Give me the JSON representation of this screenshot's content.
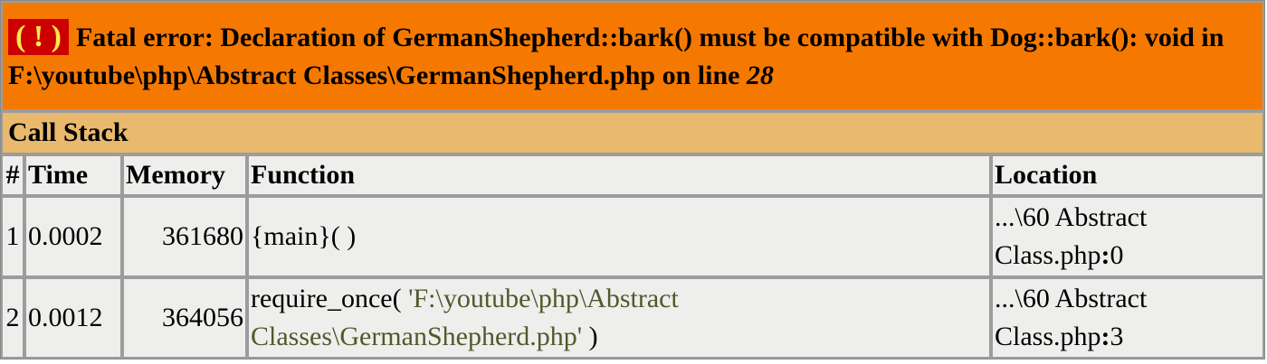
{
  "error": {
    "icon": "( ! )",
    "prefix": "Fatal error: ",
    "message": "Declaration of GermanShepherd::bark() must be compatible with Dog::bark(): void in F:\\youtube\\php\\Abstract Classes\\GermanShepherd.php on line ",
    "line": "28",
    "icon_name": "warning-icon",
    "colors": {
      "banner": "#f57900",
      "icon_bg": "#cc0000",
      "icon_fg": "#fce94f",
      "stack_header": "#e9b96e",
      "cell": "#eeeeec"
    }
  },
  "call_stack": {
    "title": "Call Stack",
    "headers": {
      "num": "#",
      "time": "Time",
      "memory": "Memory",
      "function": "Function",
      "location": "Location"
    },
    "rows": [
      {
        "num": "1",
        "time": "0.0002",
        "memory": "361680",
        "function": "{main}( )",
        "function_arg": "",
        "function_close": "",
        "location_file": "...\\60 Abstract Class.php",
        "location_sep": ":",
        "location_line": "0"
      },
      {
        "num": "2",
        "time": "0.0012",
        "memory": "364056",
        "function": "require_once( ",
        "function_arg": "'F:\\youtube\\php\\Abstract Classes\\GermanShepherd.php'",
        "function_close": " )",
        "location_file": "...\\60 Abstract Class.php",
        "location_sep": ":",
        "location_line": "3"
      }
    ]
  }
}
